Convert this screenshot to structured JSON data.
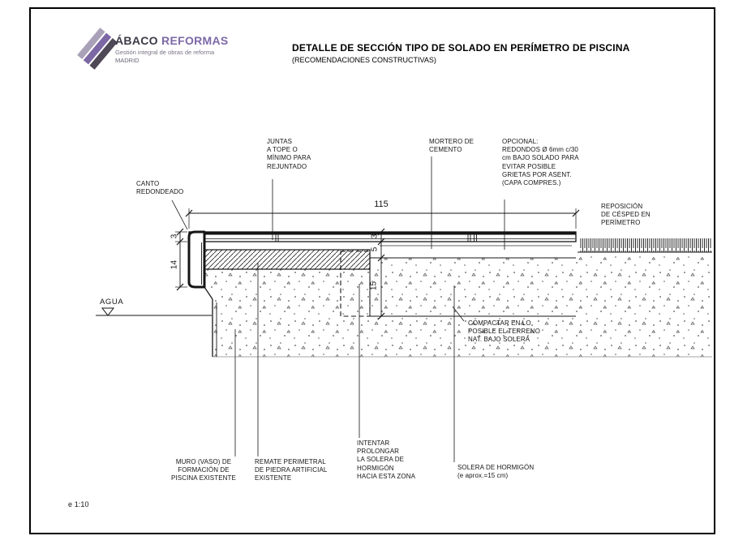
{
  "colors": {
    "line": "#111111",
    "accent_purple": "#7d68a6",
    "logo_dark": "#4e4857",
    "logo_gray": "#a9a1b8",
    "paper": "#ffffff"
  },
  "header": {
    "logo": {
      "brand_bold": "ÁBACO",
      "brand_accent": "REFORMAS",
      "tagline": "Gestión integral de obras de reforma",
      "city": "MADRID"
    },
    "title": "DETALLE DE SECCIÓN TIPO DE SOLADO EN PERÍMETRO DE PISCINA",
    "subtitle": "(RECOMENDACIONES CONSTRUCTIVAS)"
  },
  "annotations": {
    "canto_redondeado": "CANTO\nREDONDEADO",
    "juntas": "JUNTAS\nA TOPE O\nMÍNIMO PARA\nREJUNTADO",
    "mortero": "MORTERO DE\nCEMENTO",
    "opcional": "OPCIONAL:\nREDONDOS Ø 6mm c/30\ncm BAJO SOLADO PARA\nEVITAR POSIBLE\nGRIETAS POR ASENT.\n(CAPA COMPRES.)",
    "reposicion_cesped": "REPOSICIÓN\nDE CÉSPED EN\nPERÍMETRO",
    "agua": "AGUA",
    "compactar": "COMPACTAR EN LO\nPOSIBLE EL TERRENO\nNAT. BAJO SOLERA",
    "muro_vaso": "MURO (VASO) DE\nFORMACIÓN DE\nPISCINA EXISTENTE",
    "remate_perimetral": "REMATE PERIMETRAL\nDE PIEDRA ARTIFICIAL\nEXISTENTE",
    "intentar_prolongar": "INTENTAR\nPROLONGAR\nLA SOLERA DE\nHORMIGÓN\nHACIA ESTA ZONA",
    "solera_hormigon": "SOLERA DE HORMIGÓN\n(e aprox.=15 cm)",
    "escala": "e 1:10"
  },
  "dimensions": {
    "ancho_total": "115",
    "solado_izq": "3",
    "remate_alto": "14",
    "solado_centro": "3",
    "mortero_espesor": "5",
    "solera_espesor": "15"
  }
}
